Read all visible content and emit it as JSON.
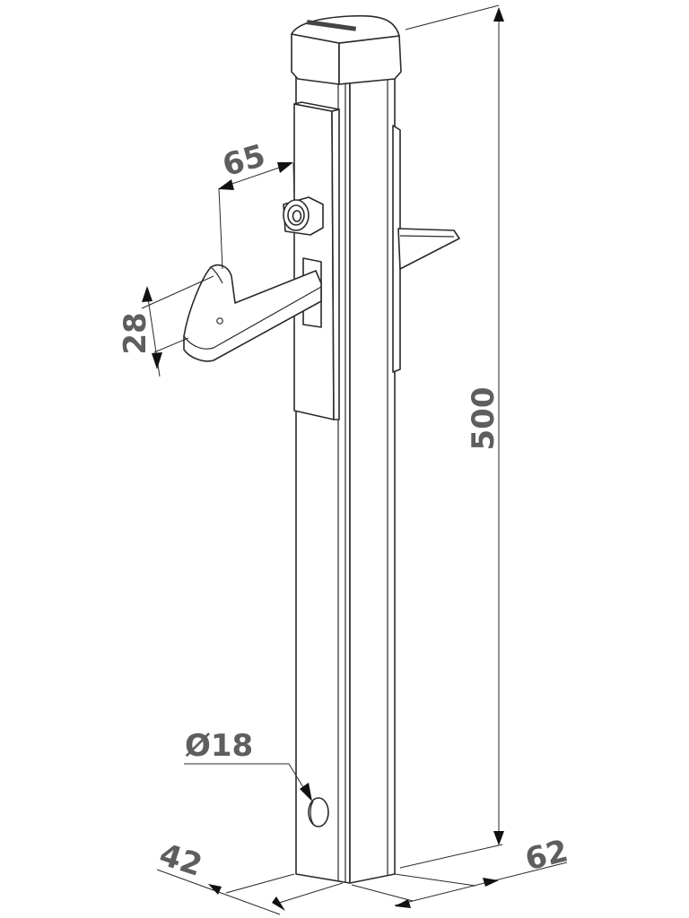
{
  "dimensions": {
    "height": "500",
    "top_offset": "65",
    "handle_width": "28",
    "hole_diameter": "Ø18",
    "base_width": "42",
    "base_depth": "62"
  }
}
